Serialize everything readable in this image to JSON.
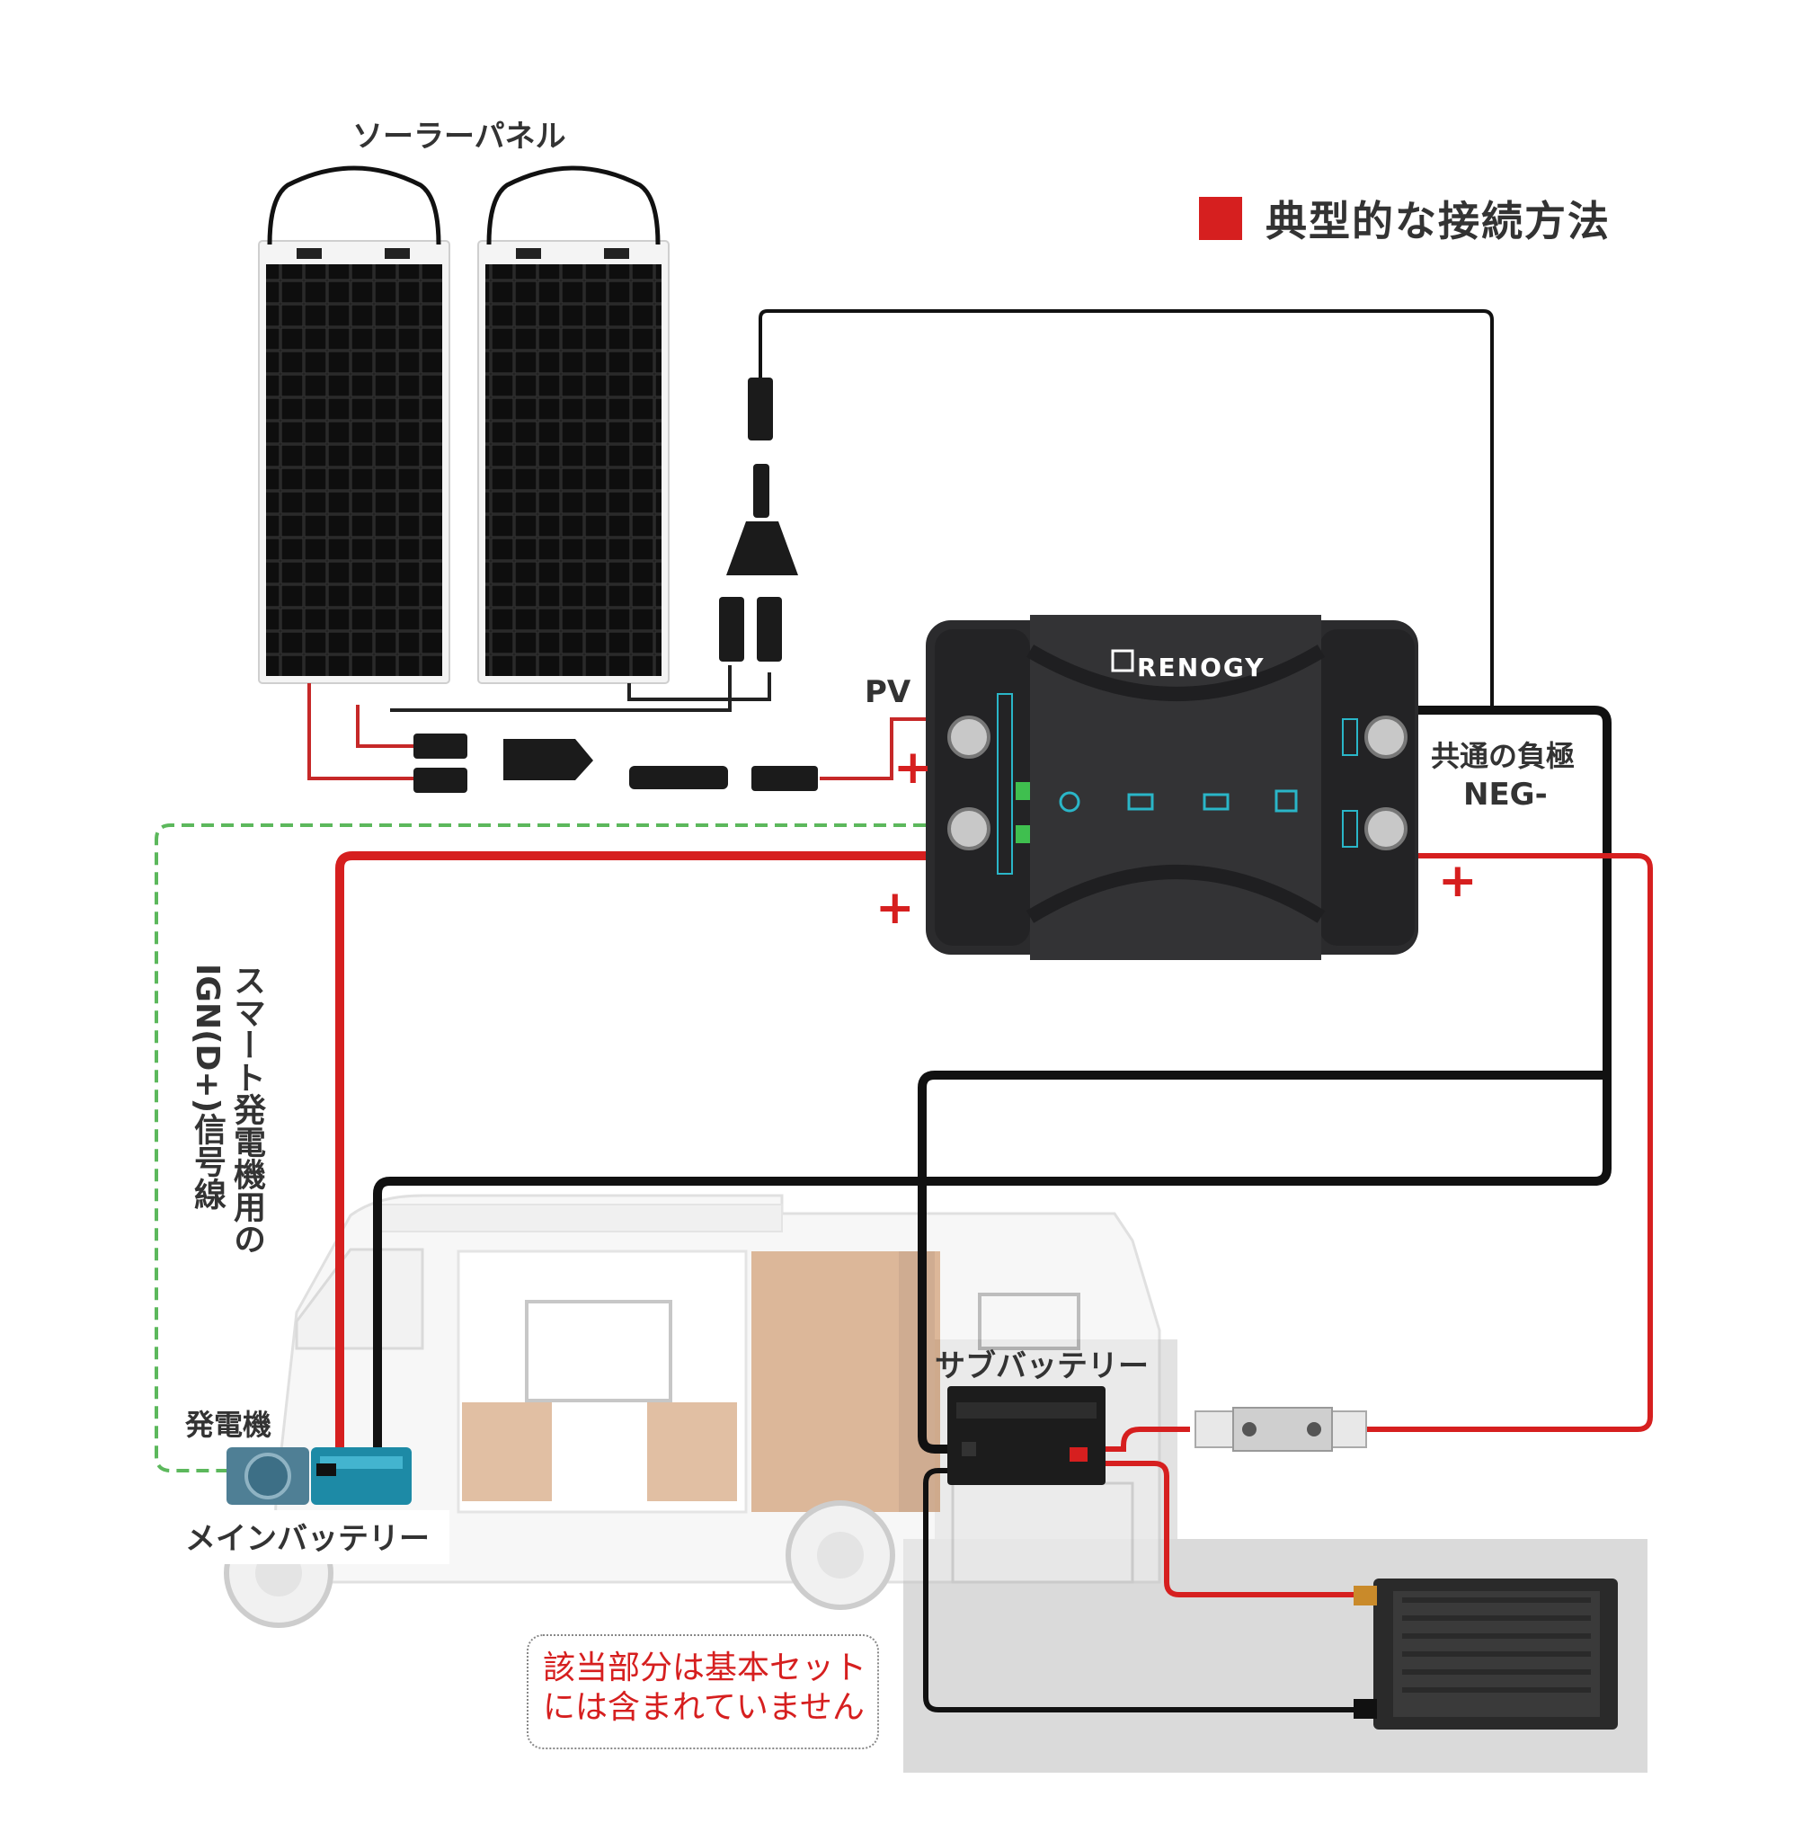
{
  "title": "典型的な接続方法",
  "labels": {
    "solar_panel": "ソーラーパネル",
    "pv": "PV",
    "common_negative": "共通の負極",
    "neg": "NEG-",
    "ign_signal": "スマート発電機用のIGN(D+)信号線",
    "generator": "発電機",
    "main_battery": "メインバッテリー",
    "sub_battery": "サブバッテリー",
    "plus": "+",
    "note": "該当部分は基本セットには含まれていません",
    "brand": "RENOGY"
  },
  "colors": {
    "positive_wire": "#d61f1f",
    "negative_wire": "#111111",
    "pv_wire": "#c62828",
    "ign_wire": "#5cb85c",
    "legend_square": "#d61f1f",
    "charger_body": "#2b2b2d",
    "charger_indicator": "#2ab6c8",
    "optional_area": "#dcdcdc"
  },
  "icons": [
    "solar-panel-icon",
    "branch-connector-icon",
    "dc-charger-icon",
    "battery-icon",
    "generator-icon",
    "fuse-icon",
    "inverter-icon",
    "camper-van-icon"
  ]
}
